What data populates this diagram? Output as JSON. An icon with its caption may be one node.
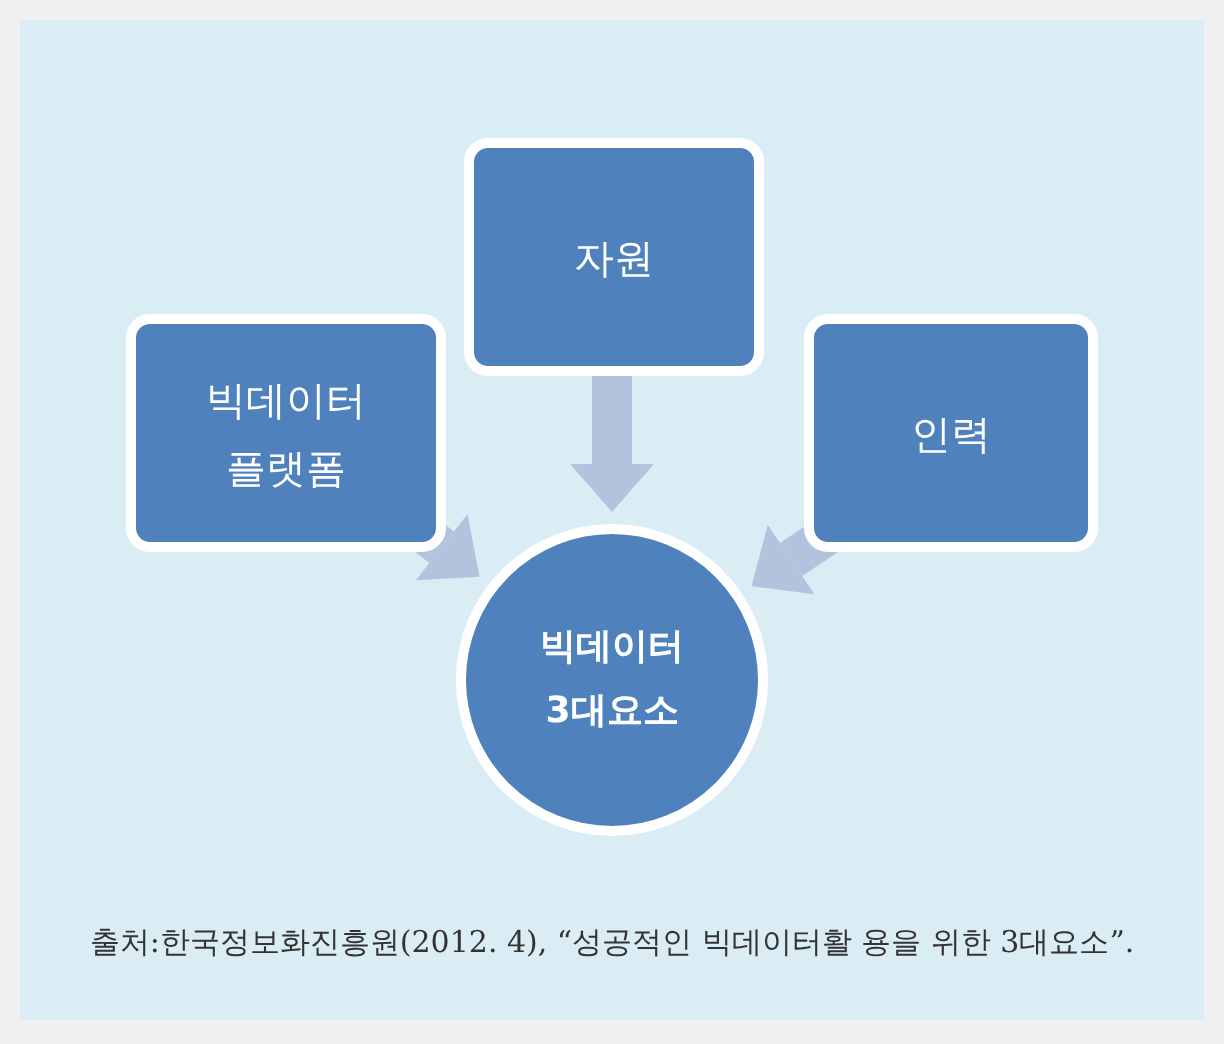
{
  "diagram": {
    "caption": "출처:한국정보화진흥원(2012. 4), “성공적인 빅데이터활 용을 위한 3대요소”.",
    "nodes": [
      {
        "text": [
          "빅데이터 플랫폼"
        ]
      },
      {
        "text": [
          "자원"
        ]
      },
      {
        "text": [
          "인력"
        ]
      },
      {
        "text": [
          "빅데이터 3대요소"
        ]
      }
    ],
    "edges": [
      {
        "from": 0,
        "to": 3,
        "arrow": "to"
      },
      {
        "from": 1,
        "to": 3,
        "arrow": "to"
      },
      {
        "from": 2,
        "to": 3,
        "arrow": "to"
      }
    ]
  }
}
